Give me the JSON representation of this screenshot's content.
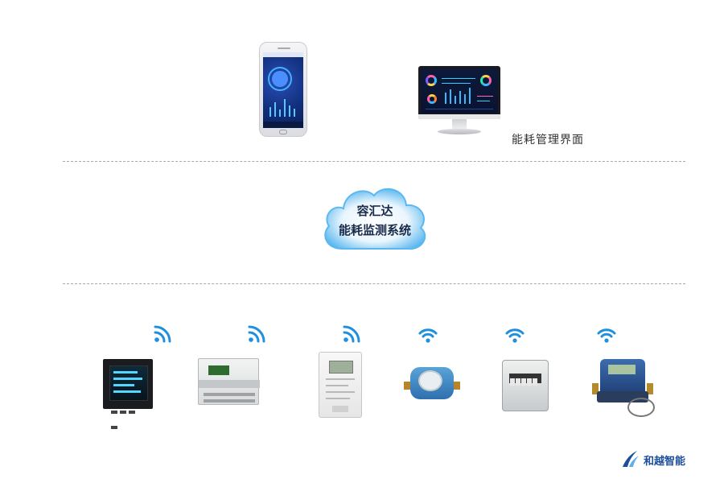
{
  "top_layer": {
    "management_label": "能耗管理界面"
  },
  "cloud": {
    "line1": "容汇达",
    "line2": "能耗监测系统"
  },
  "colors": {
    "wifi": "#1f8fe0",
    "cloud_fill": "#4fb2ee",
    "cloud_inner": "#ffffff",
    "divider": "#a8a8a8"
  },
  "devices": [
    {
      "icon": "multifunction-power-meter-icon"
    },
    {
      "icon": "din-rail-energy-meter-icon"
    },
    {
      "icon": "three-phase-electric-meter-icon"
    },
    {
      "icon": "smart-water-meter-icon"
    },
    {
      "icon": "gas-meter-icon"
    },
    {
      "icon": "ultrasonic-heat-meter-icon"
    }
  ],
  "logo": {
    "text": "和越智能"
  }
}
